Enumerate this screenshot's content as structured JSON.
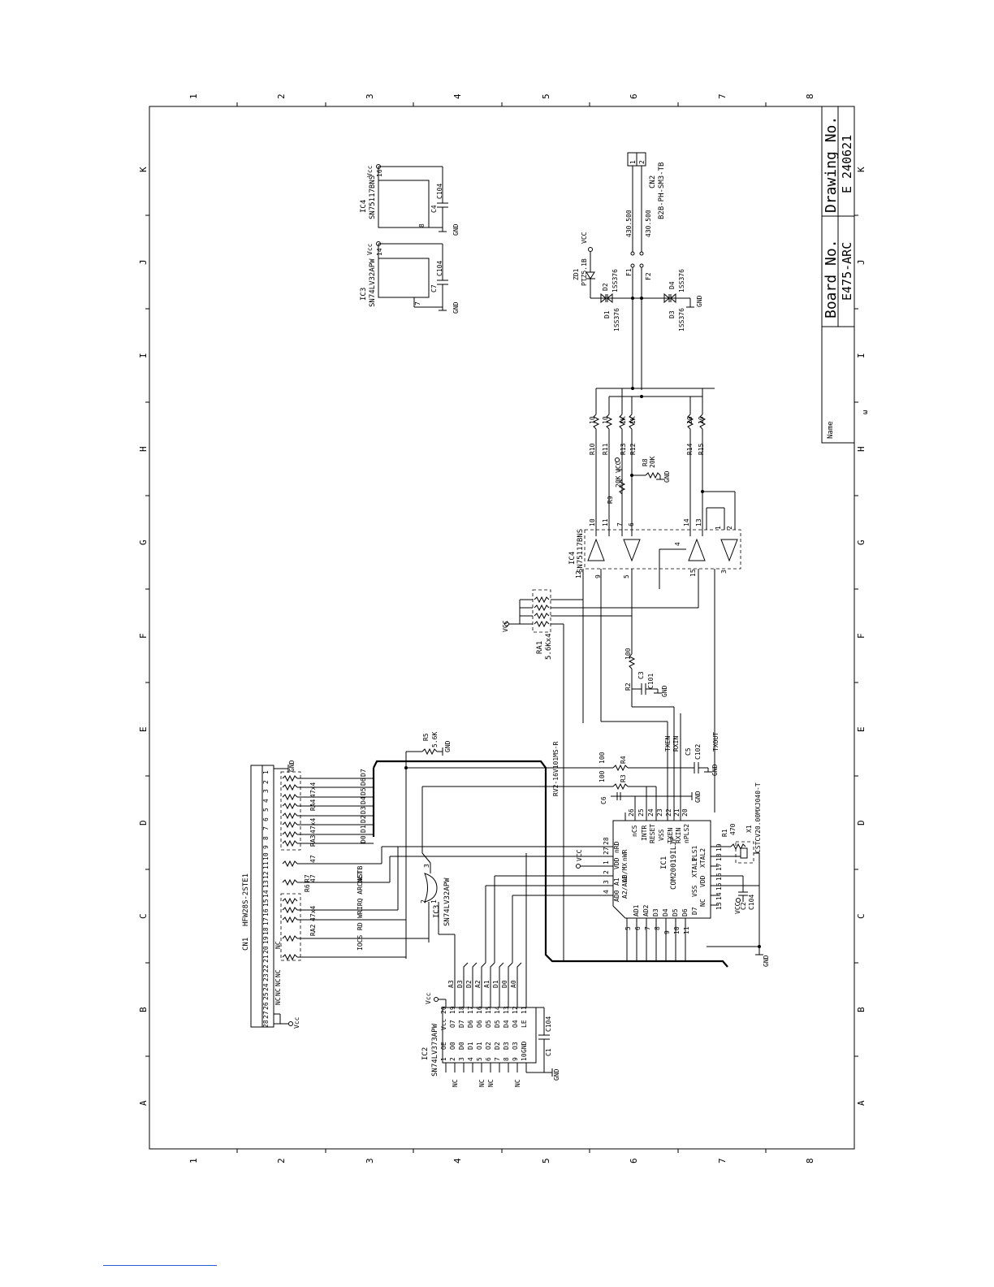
{
  "grid": {
    "columns": [
      "1",
      "2",
      "3",
      "4",
      "5",
      "6",
      "7",
      "8"
    ],
    "rows": [
      "K",
      "J",
      "I",
      "H",
      "G",
      "F",
      "E",
      "D",
      "C",
      "B",
      "A"
    ]
  },
  "title_block": {
    "drawing_label": "Drawing No.",
    "drawing_no": "E 240621",
    "board_label": "Board No.",
    "board_no": "E475-ARC",
    "name_label": "Name",
    "name_mark": "ω"
  },
  "components": {
    "ic4_top": {
      "ref": "IC4",
      "part": "SN75117BNS",
      "pin_vcc": "16",
      "pin_gnd": "8",
      "cap_ref": "C4",
      "cap_val": "C104"
    },
    "ic3_top": {
      "ref": "IC3",
      "part": "SN74LV32APW",
      "pin_vcc": "14",
      "pin_gnd": "7",
      "cap_ref": "C7",
      "cap_val": "C104"
    },
    "cn2": {
      "ref": "CN2",
      "part": "B2B-PH-SM3-TB",
      "pin1": "1",
      "pin2": "2"
    },
    "fuses": {
      "f1": "F1",
      "f2": "F2",
      "rating1": "430.500",
      "rating2": "430.500"
    },
    "zener": {
      "ref": "ZD1",
      "part": "PTZ5.1B"
    },
    "diodes": {
      "d1": "D1",
      "d2": "D2",
      "d3": "D3",
      "d4": "D4",
      "part": "1SS376"
    },
    "resistors_line": [
      "R10",
      "R11",
      "R13",
      "R12",
      "R14",
      "R15"
    ],
    "resistor_vals_line": [
      "10",
      "10",
      "1K",
      "1K",
      "10",
      "10"
    ],
    "r9": {
      "ref": "R9",
      "val": "20K"
    },
    "r8": {
      "ref": "R8",
      "val": "20K"
    },
    "ic4_main": {
      "ref": "IC4",
      "part": "SN75117BNS",
      "pins": [
        "12",
        "9",
        "10",
        "11",
        "7",
        "6",
        "5",
        "4",
        "14",
        "13",
        "15",
        "1",
        "2",
        "3"
      ]
    },
    "ra1": {
      "ref": "RA1",
      "val": "5.6Kx4"
    },
    "r2": {
      "ref": "R2",
      "val": "100"
    },
    "c3": {
      "ref": "C3",
      "val": "C101"
    },
    "r5": {
      "ref": "R5",
      "val": "5.6K"
    },
    "r4": {
      "ref": "R4",
      "val": "100"
    },
    "r3": {
      "ref": "R3",
      "val": "100"
    },
    "c5": {
      "ref": "C5",
      "val": "C102"
    },
    "c6": {
      "ref": "C6"
    },
    "rv2": {
      "ref": "RV2-16V101MS-R"
    },
    "ic1": {
      "ref": "IC1",
      "part": "COM20019ILJP",
      "left_pins": [
        "26",
        "25",
        "24",
        "23",
        "22",
        "21",
        "20",
        "19",
        "18",
        "17",
        "16",
        "15",
        "14",
        "13",
        "12"
      ],
      "left_names": [
        "nCS",
        "INTR",
        "RESET",
        "VSS",
        "TXEN",
        "RXIN",
        "nPLS2",
        "PLS1",
        "XTAL2",
        "XTAL1",
        "VDD",
        "VSS",
        "NC",
        "D7"
      ],
      "right_pins": [
        "28",
        "27",
        "1",
        "2",
        "3",
        "4",
        "5",
        "6",
        "7",
        "8",
        "9",
        "10",
        "11"
      ],
      "right_names": [
        "nRD",
        "nWR",
        "VDD",
        "A0/MX",
        "A1",
        "A2/ALE",
        "AD0",
        "AD1",
        "AD2",
        "D3",
        "D4",
        "D5",
        "D6"
      ]
    },
    "x1": {
      "ref": "X1",
      "part": "CSTCV20.00MXJ040-T"
    },
    "r1": {
      "ref": "R1",
      "val": "470"
    },
    "c2": {
      "ref": "C2",
      "val": "C104"
    },
    "ic3_gate": {
      "ref": "IC3",
      "part": "SN74LV32APW",
      "pins": [
        "1",
        "2",
        "3"
      ]
    },
    "ic2": {
      "ref": "IC2",
      "part": "SN74LV373APW",
      "pins_top": [
        "20",
        "19",
        "18",
        "17",
        "16",
        "15",
        "14",
        "13",
        "12",
        "11"
      ],
      "names_top": [
        "Vcc",
        "O7",
        "D7",
        "D6",
        "O6",
        "O5",
        "D5",
        "D4",
        "O4",
        "LE"
      ],
      "pins_bot": [
        "1",
        "2",
        "3",
        "4",
        "5",
        "6",
        "7",
        "8",
        "9",
        "10"
      ],
      "names_bot": [
        "OE",
        "O0",
        "D0",
        "D1",
        "O1",
        "O2",
        "D2",
        "D3",
        "O3",
        "GND"
      ],
      "cap_ref": "C1",
      "cap_val": "C104"
    },
    "cn1": {
      "ref": "CN1",
      "part": "HFW28S-2STE1",
      "pins": [
        "1",
        "2",
        "3",
        "4",
        "5",
        "6",
        "7",
        "8",
        "9",
        "10",
        "11",
        "12",
        "13",
        "14",
        "15",
        "16",
        "17",
        "18",
        "19",
        "20",
        "21",
        "22",
        "23",
        "24",
        "25",
        "26",
        "27",
        "28"
      ]
    },
    "ra_nets": {
      "ra4": "RA4",
      "ra4v": "47x4",
      "ra3": "RA3",
      "ra3v": "47x4",
      "ra2": "RA2",
      "ra2v": "47x4",
      "r7": "R7",
      "r7v": "47",
      "r6": "R6",
      "r6v": "47"
    }
  },
  "nets": {
    "gnd": "GND",
    "vcc": "Vcc",
    "vcc_lower": "VCC",
    "nc": "NC",
    "data_bus": [
      "D7",
      "D6",
      "D5",
      "D4",
      "D3",
      "D2",
      "D1",
      "D0"
    ],
    "addr_bus": [
      "A3",
      "D3",
      "D2",
      "A2",
      "A1",
      "D1",
      "D0",
      "A0"
    ],
    "astb": "ASTB",
    "irq": "IRQ ARCNET",
    "wr": "WR",
    "rd": "RD",
    "iocs": "IOCS",
    "txen": "TXEN",
    "rxin": "RXIN",
    "txout": "TXOUT"
  }
}
